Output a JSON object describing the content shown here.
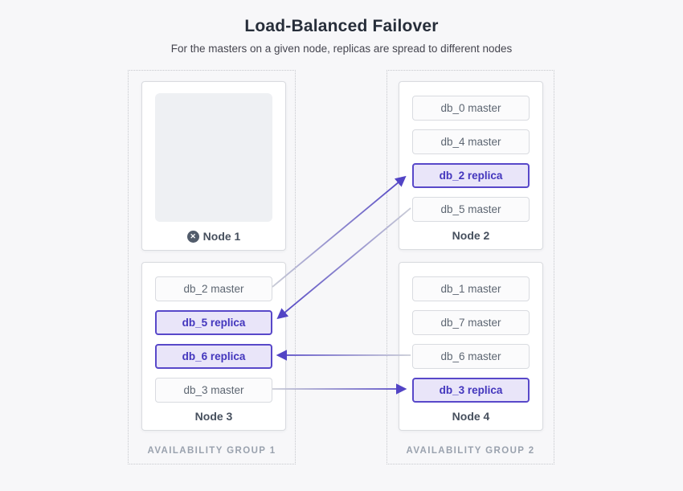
{
  "title": "Load-Balanced Failover",
  "subtitle": "For the masters on a given node, replicas are spread to different nodes",
  "groups": [
    {
      "label": "AVAILABILITY GROUP 1",
      "nodes": [
        {
          "name": "Node 1",
          "status": "failed",
          "databases": []
        },
        {
          "name": "Node 3",
          "status": "healthy",
          "databases": [
            {
              "label": "db_2 master",
              "role": "master"
            },
            {
              "label": "db_5 replica",
              "role": "replica"
            },
            {
              "label": "db_6 replica",
              "role": "replica"
            },
            {
              "label": "db_3 master",
              "role": "master"
            }
          ]
        }
      ]
    },
    {
      "label": "AVAILABILITY GROUP 2",
      "nodes": [
        {
          "name": "Node 2",
          "status": "healthy",
          "databases": [
            {
              "label": "db_0 master",
              "role": "master"
            },
            {
              "label": "db_4 master",
              "role": "master"
            },
            {
              "label": "db_2 replica",
              "role": "replica"
            },
            {
              "label": "db_5 master",
              "role": "master"
            }
          ]
        },
        {
          "name": "Node 4",
          "status": "healthy",
          "databases": [
            {
              "label": "db_1 master",
              "role": "master"
            },
            {
              "label": "db_7 master",
              "role": "master"
            },
            {
              "label": "db_6 master",
              "role": "master"
            },
            {
              "label": "db_3 replica",
              "role": "replica"
            }
          ]
        }
      ]
    }
  ],
  "arrows": [
    {
      "from": "db_2 master (Node 3)",
      "to": "db_2 replica (Node 2)"
    },
    {
      "from": "db_5 master (Node 2)",
      "to": "db_5 replica (Node 3)"
    },
    {
      "from": "db_6 master (Node 4)",
      "to": "db_6 replica (Node 3)"
    },
    {
      "from": "db_3 master (Node 3)",
      "to": "db_3 replica (Node 4)"
    }
  ],
  "icons": {
    "node_failed_glyph": "✕"
  },
  "colors": {
    "page_bg": "#f7f7f9",
    "accent_purple": "#5244c5",
    "replica_border": "#5848c9",
    "replica_bg": "#e9e5f9",
    "replica_text": "#4336bd",
    "master_text": "#5d6672",
    "arrow_source_gray": "#c9ccd6",
    "group_label_gray": "#9aa2ae",
    "title_text": "#272e3a"
  }
}
